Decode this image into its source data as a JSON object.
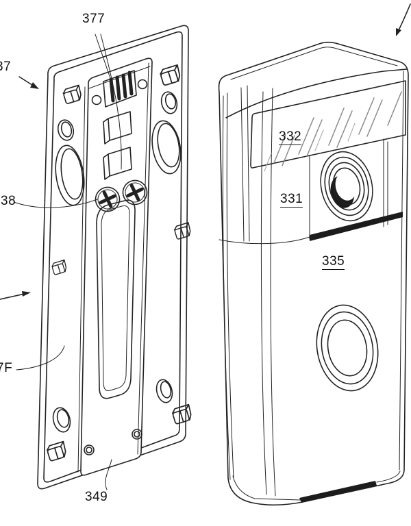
{
  "figure": {
    "description": "Patent-style exploded line drawing of a video doorbell device and its wall mounting plate",
    "background_color": "#ffffff",
    "line_color": "#222222",
    "callouts": {
      "mounting_plate_partial": "37",
      "vent_and_connectors": "377",
      "screws": "38",
      "lower_left_partial": "7F",
      "plate_bottom_edge": "349",
      "glass_window": "332",
      "camera_section": "331",
      "front_faceplate": "335"
    }
  }
}
